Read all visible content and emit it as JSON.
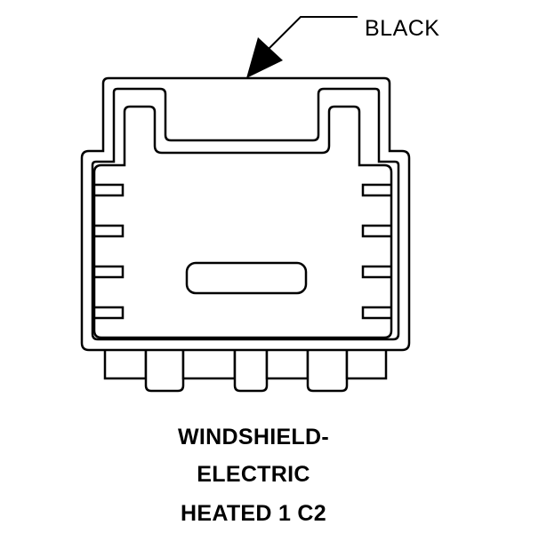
{
  "callout": {
    "label": "BLACK"
  },
  "caption": {
    "line1": "WINDSHIELD-",
    "line2": "ELECTRIC",
    "line3": "HEATED 1 C2"
  },
  "colors": {
    "ink": "#000000",
    "background": "#ffffff"
  }
}
